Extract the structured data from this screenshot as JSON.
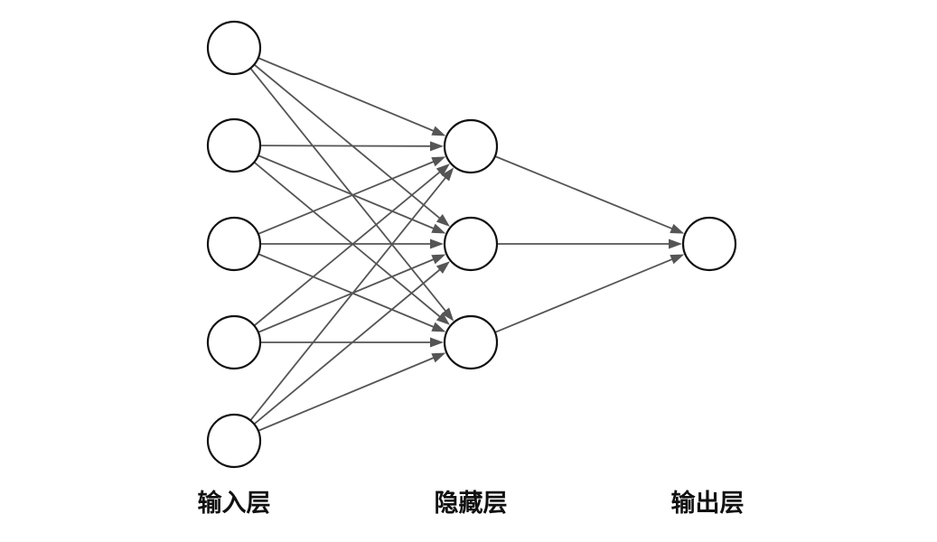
{
  "layers": [
    {
      "id": "input",
      "label": "输入层",
      "node_count": 5
    },
    {
      "id": "hidden",
      "label": "隐藏层",
      "node_count": 3
    },
    {
      "id": "output",
      "label": "输出层",
      "node_count": 1
    }
  ],
  "connections": [
    {
      "from": "input",
      "to": "hidden",
      "type": "fully-connected"
    },
    {
      "from": "hidden",
      "to": "output",
      "type": "fully-connected"
    }
  ],
  "colors": {
    "node_stroke": "#111111",
    "node_fill": "#ffffff",
    "edge": "#555555",
    "label": "#111111"
  }
}
